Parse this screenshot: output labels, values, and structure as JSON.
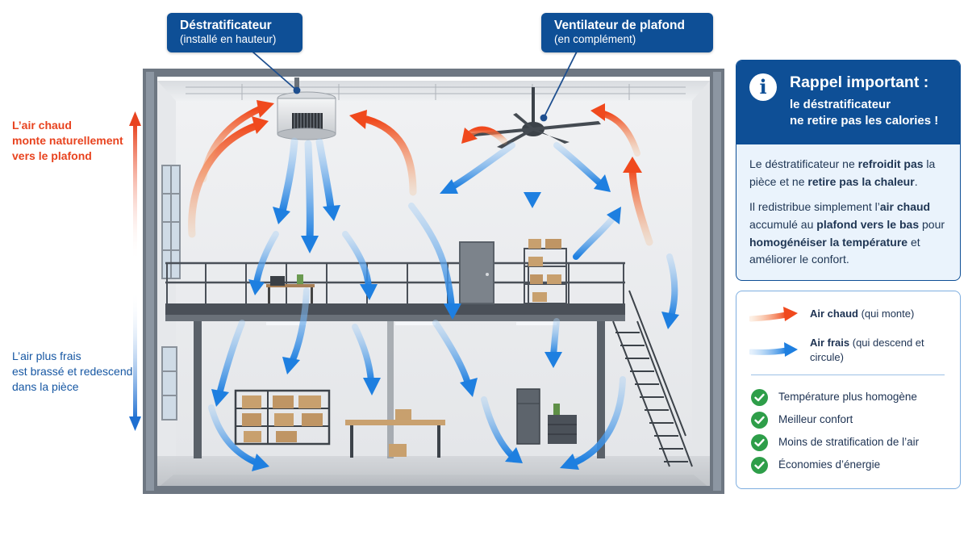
{
  "callouts": {
    "destrat": {
      "title": "Déstratificateur",
      "subtitle": "(installé en hauteur)"
    },
    "fan": {
      "title": "Ventilateur de plafond",
      "subtitle": "(en complément)"
    }
  },
  "side_labels": {
    "hot": [
      "L’air chaud",
      "monte naturellement",
      "vers le plafond"
    ],
    "cool": [
      "L’air plus frais",
      "est brassé et redescend",
      "dans la pièce"
    ]
  },
  "info_card": {
    "title": "Rappel important :",
    "subtitle_lines": [
      "le déstratificateur",
      "ne retire pas les calories !"
    ],
    "p1": [
      {
        "t": "Le déstratificateur ne ",
        "b": false
      },
      {
        "t": "refroidit pas",
        "b": true
      },
      {
        "t": " la pièce et ne ",
        "b": false
      },
      {
        "t": "retire pas la chaleur",
        "b": true
      },
      {
        "t": ".",
        "b": false
      }
    ],
    "p2": [
      {
        "t": "Il redistribue simplement l’",
        "b": false
      },
      {
        "t": "air chaud",
        "b": true
      },
      {
        "t": " accumulé au ",
        "b": false
      },
      {
        "t": "plafond vers le bas",
        "b": true
      },
      {
        "t": " pour ",
        "b": false
      },
      {
        "t": "homogénéiser la température",
        "b": true
      },
      {
        "t": " et améliorer le confort.",
        "b": false
      }
    ]
  },
  "legend": {
    "hot": {
      "label": "Air chaud",
      "note": " (qui monte)"
    },
    "cold": {
      "label": "Air frais",
      "note": " (qui descend et circule)"
    }
  },
  "benefits": [
    "Température plus homogène",
    "Meilleur confort",
    "Moins de stratification de l’air",
    "Économies d’énergie"
  ],
  "colors": {
    "hot": "#f0491d",
    "cold": "#1e7fe0",
    "brand": "#0e4f96",
    "check": "#2e9e49"
  }
}
